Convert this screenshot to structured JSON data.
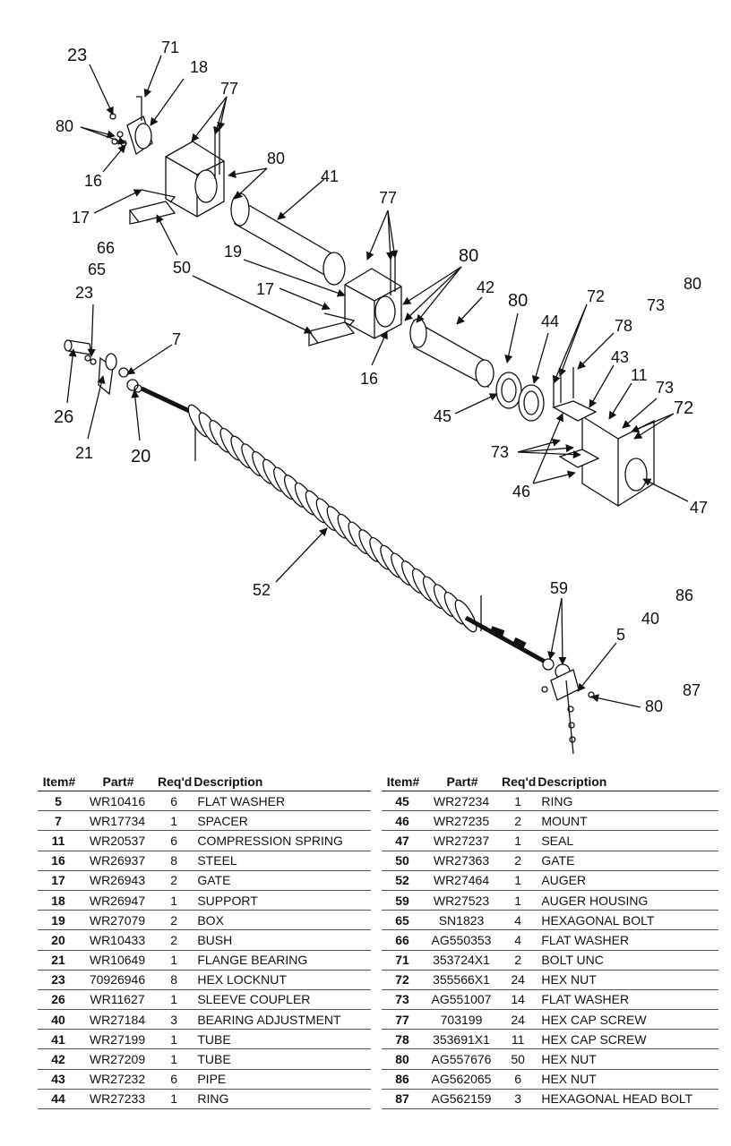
{
  "callouts": {
    "c71": "71",
    "c23a": "23",
    "c18": "18",
    "c77a": "77",
    "c80a": "80",
    "c80b": "80",
    "c16a": "16",
    "c41": "41",
    "c17a": "17",
    "c77b": "77",
    "c66": "66",
    "c65": "65",
    "c50": "50",
    "c19": "19",
    "c80c": "80",
    "c42": "42",
    "c23b": "23",
    "c17b": "17",
    "c80d": "80",
    "c72a": "72",
    "c73a": "73",
    "c80e": "80",
    "c44": "44",
    "c78": "78",
    "c7": "7",
    "c43": "43",
    "c11": "11",
    "c73b": "73",
    "c72b": "72",
    "c26": "26",
    "c16b": "16",
    "c45": "45",
    "c21": "21",
    "c20": "20",
    "c73c": "73",
    "c46": "46",
    "c47": "47",
    "c52": "52",
    "c59": "59",
    "c86": "86",
    "c40": "40",
    "c5": "5",
    "c87": "87",
    "c80f": "80"
  },
  "table": {
    "headers": {
      "item": "Item#",
      "part": "Part#",
      "req": "Req'd",
      "desc": "Description"
    },
    "left": [
      {
        "item": "5",
        "part": "WR10416",
        "req": "6",
        "desc": "FLAT WASHER"
      },
      {
        "item": "7",
        "part": "WR17734",
        "req": "1",
        "desc": "SPACER"
      },
      {
        "item": "11",
        "part": "WR20537",
        "req": "6",
        "desc": "COMPRESSION SPRING"
      },
      {
        "item": "16",
        "part": "WR26937",
        "req": "8",
        "desc": "STEEL"
      },
      {
        "item": "17",
        "part": "WR26943",
        "req": "2",
        "desc": "GATE"
      },
      {
        "item": "18",
        "part": "WR26947",
        "req": "1",
        "desc": "SUPPORT"
      },
      {
        "item": "19",
        "part": "WR27079",
        "req": "2",
        "desc": "BOX"
      },
      {
        "item": "20",
        "part": "WR10433",
        "req": "2",
        "desc": "BUSH"
      },
      {
        "item": "21",
        "part": "WR10649",
        "req": "1",
        "desc": "FLANGE BEARING"
      },
      {
        "item": "23",
        "part": "70926946",
        "req": "8",
        "desc": "HEX LOCKNUT"
      },
      {
        "item": "26",
        "part": "WR11627",
        "req": "1",
        "desc": "SLEEVE COUPLER"
      },
      {
        "item": "40",
        "part": "WR27184",
        "req": "3",
        "desc": "BEARING ADJUSTMENT"
      },
      {
        "item": "41",
        "part": "WR27199",
        "req": "1",
        "desc": "TUBE"
      },
      {
        "item": "42",
        "part": "WR27209",
        "req": "1",
        "desc": "TUBE"
      },
      {
        "item": "43",
        "part": "WR27232",
        "req": "6",
        "desc": "PIPE"
      },
      {
        "item": "44",
        "part": "WR27233",
        "req": "1",
        "desc": "RING"
      }
    ],
    "right": [
      {
        "item": "45",
        "part": "WR27234",
        "req": "1",
        "desc": "RING"
      },
      {
        "item": "46",
        "part": "WR27235",
        "req": "2",
        "desc": "MOUNT"
      },
      {
        "item": "47",
        "part": "WR27237",
        "req": "1",
        "desc": "SEAL"
      },
      {
        "item": "50",
        "part": "WR27363",
        "req": "2",
        "desc": "GATE"
      },
      {
        "item": "52",
        "part": "WR27464",
        "req": "1",
        "desc": "AUGER"
      },
      {
        "item": "59",
        "part": "WR27523",
        "req": "1",
        "desc": "AUGER HOUSING"
      },
      {
        "item": "65",
        "part": "SN1823",
        "req": "4",
        "desc": "HEXAGONAL BOLT"
      },
      {
        "item": "66",
        "part": "AG550353",
        "req": "4",
        "desc": "FLAT WASHER"
      },
      {
        "item": "71",
        "part": "353724X1",
        "req": "2",
        "desc": "BOLT UNC"
      },
      {
        "item": "72",
        "part": "355566X1",
        "req": "24",
        "desc": "HEX NUT"
      },
      {
        "item": "73",
        "part": "AG551007",
        "req": "14",
        "desc": "FLAT WASHER"
      },
      {
        "item": "77",
        "part": "703199",
        "req": "24",
        "desc": "HEX CAP SCREW"
      },
      {
        "item": "78",
        "part": "353691X1",
        "req": "11",
        "desc": "HEX CAP SCREW"
      },
      {
        "item": "80",
        "part": "AG557676",
        "req": "50",
        "desc": "HEX NUT"
      },
      {
        "item": "86",
        "part": "AG562065",
        "req": "6",
        "desc": "HEX NUT"
      },
      {
        "item": "87",
        "part": "AG562159",
        "req": "3",
        "desc": "HEXAGONAL HEAD BOLT"
      }
    ]
  }
}
